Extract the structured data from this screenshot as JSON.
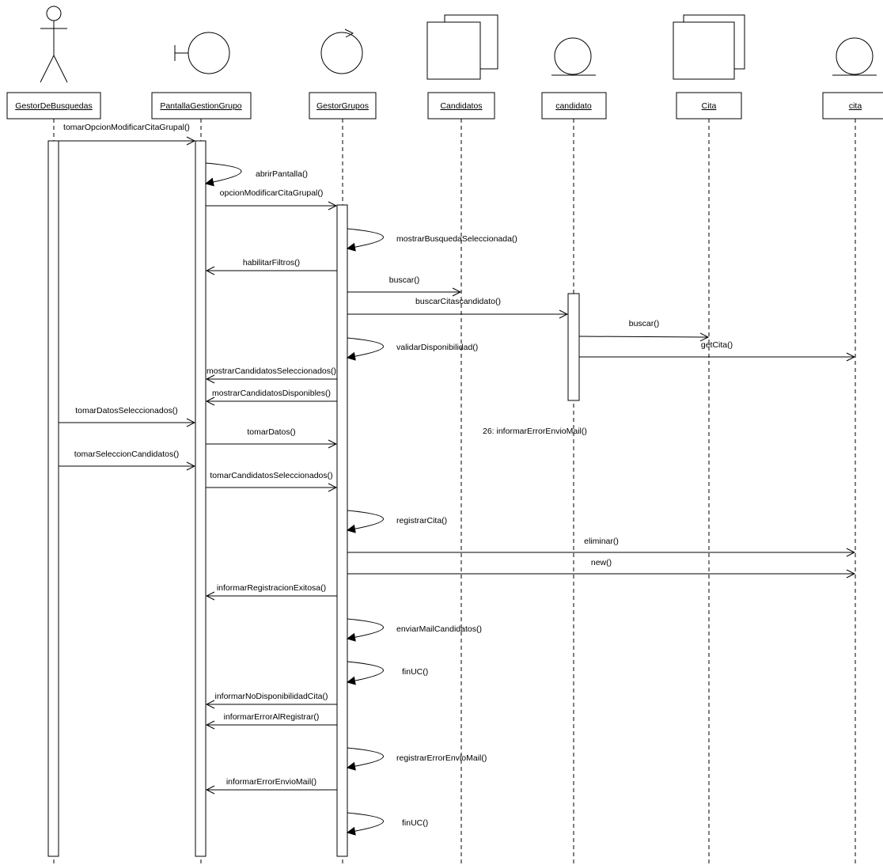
{
  "participants": [
    {
      "id": "p1",
      "name": "GestorDeBusquedas",
      "kind": "actor"
    },
    {
      "id": "p2",
      "name": "PantallaGestionGrupo",
      "kind": "boundary"
    },
    {
      "id": "p3",
      "name": "GestorGrupos",
      "kind": "control"
    },
    {
      "id": "p4",
      "name": "Candidatos",
      "kind": "collection"
    },
    {
      "id": "p5",
      "name": "candidato",
      "kind": "entity"
    },
    {
      "id": "p6",
      "name": "Cita",
      "kind": "collection"
    },
    {
      "id": "p7",
      "name": "cita",
      "kind": "entity"
    }
  ],
  "messages": [
    {
      "id": "m01",
      "text": "tomarOpcionModificarCitaGrupal()",
      "from": "p1",
      "to": "p2"
    },
    {
      "id": "m02",
      "text": "abrirPantalla()",
      "from": "p2",
      "to": "p2",
      "self": true
    },
    {
      "id": "m03",
      "text": "opcionModificarCitaGrupal()",
      "from": "p2",
      "to": "p3"
    },
    {
      "id": "m04",
      "text": "mostrarBusquedaSeleccionada()",
      "from": "p3",
      "to": "p3",
      "self": true
    },
    {
      "id": "m05",
      "text": "habilitarFiltros()",
      "from": "p3",
      "to": "p2"
    },
    {
      "id": "m06",
      "text": "buscar()",
      "from": "p3",
      "to": "p4"
    },
    {
      "id": "m07",
      "text": "buscarCitascandidato()",
      "from": "p3",
      "to": "p5"
    },
    {
      "id": "m08",
      "text": "buscar()",
      "from": "p5",
      "to": "p6"
    },
    {
      "id": "m09",
      "text": "validarDisponibilidad()",
      "from": "p3",
      "to": "p3",
      "self": true
    },
    {
      "id": "m10",
      "text": "getCita()",
      "from": "p5",
      "to": "p7"
    },
    {
      "id": "m11",
      "text": "mostrarCandidatosSeleccionados()",
      "from": "p3",
      "to": "p2"
    },
    {
      "id": "m12",
      "text": "mostrarCandidatosDisponibles()",
      "from": "p3",
      "to": "p2"
    },
    {
      "id": "m13",
      "text": "tomarDatosSeleccionados()",
      "from": "p1",
      "to": "p2"
    },
    {
      "id": "m14",
      "text": "tomarDatos()",
      "from": "p2",
      "to": "p3"
    },
    {
      "id": "m15",
      "text": "tomarSeleccionCandidatos()",
      "from": "p1",
      "to": "p2"
    },
    {
      "id": "m16",
      "text": "tomarCandidatosSeleccionados()",
      "from": "p2",
      "to": "p3"
    },
    {
      "id": "m17",
      "text": "registrarCita()",
      "from": "p3",
      "to": "p3",
      "self": true
    },
    {
      "id": "m18",
      "text": "eliminar()",
      "from": "p3",
      "to": "p7"
    },
    {
      "id": "m19",
      "text": "new()",
      "from": "p3",
      "to": "p7"
    },
    {
      "id": "m20",
      "text": "informarRegistracionExitosa()",
      "from": "p3",
      "to": "p2"
    },
    {
      "id": "m21",
      "text": "enviarMailCandidatos()",
      "from": "p3",
      "to": "p3",
      "self": true
    },
    {
      "id": "m22",
      "text": "finUC()",
      "from": "p3",
      "to": "p3",
      "self": true
    },
    {
      "id": "m23",
      "text": "informarNoDisponibilidadCita()",
      "from": "p3",
      "to": "p2"
    },
    {
      "id": "m24",
      "text": "informarErrorAlRegistrar()",
      "from": "p3",
      "to": "p2"
    },
    {
      "id": "m25",
      "text": "registrarErrorEnvioMail()",
      "from": "p3",
      "to": "p3",
      "self": true
    },
    {
      "id": "m26",
      "text": "informarErrorEnvioMail()",
      "from": "p3",
      "to": "p2"
    },
    {
      "id": "m27",
      "text": "finUC()",
      "from": "p3",
      "to": "p3",
      "self": true
    }
  ],
  "notes": [
    {
      "id": "n1",
      "text": "26: informarErrorEnvioMail()"
    }
  ]
}
